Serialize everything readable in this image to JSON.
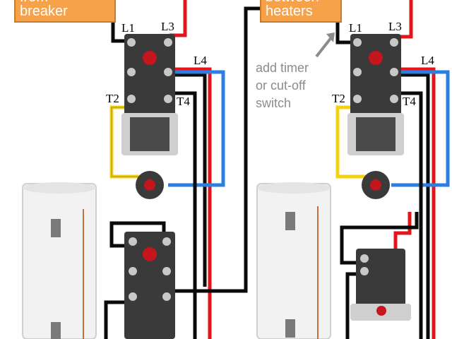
{
  "labels": {
    "from_breaker": "from\nbreaker",
    "between_heaters": "between\nheaters"
  },
  "note": {
    "line1": "add timer",
    "line2": "or cut-off",
    "line3": "switch"
  },
  "left_thermostat": {
    "l1": "L1",
    "l3": "L3",
    "l4": "L4",
    "t2": "T2",
    "t4": "T4"
  },
  "right_thermostat": {
    "l1": "L1",
    "l3": "L3",
    "l4": "L4",
    "t2": "T2",
    "t4": "T4"
  },
  "colors": {
    "wire_black": "#0a0a0a",
    "wire_red": "#e3141b",
    "wire_blue": "#2a7fe0",
    "wire_yellow": "#f2d313",
    "label_orange": "#f5a24a",
    "note_gray": "#8c8c8c",
    "heater_white": "#f2f2f2"
  }
}
